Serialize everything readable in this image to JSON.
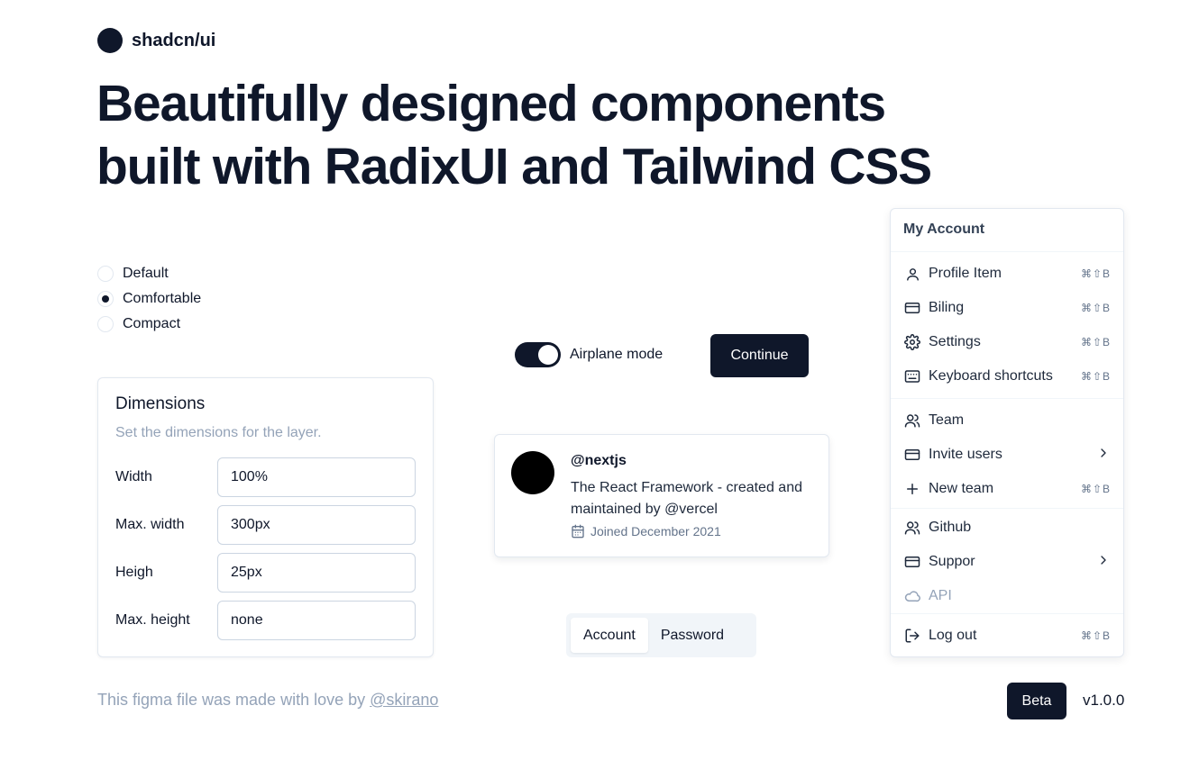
{
  "brand": {
    "name": "shadcn/ui"
  },
  "headline": {
    "line1": "Beautifully designed components",
    "line2": "built with RadixUI and Tailwind CSS"
  },
  "radio_group": {
    "options": [
      {
        "label": "Default",
        "checked": false
      },
      {
        "label": "Comfortable",
        "checked": true
      },
      {
        "label": "Compact",
        "checked": false
      }
    ]
  },
  "dimensions": {
    "title": "Dimensions",
    "description": "Set the dimensions for the layer.",
    "fields": [
      {
        "label": "Width",
        "value": "100%"
      },
      {
        "label": "Max. width",
        "value": "300px"
      },
      {
        "label": "Heigh",
        "value": "25px"
      },
      {
        "label": "Max. height",
        "value": "none"
      }
    ]
  },
  "switch": {
    "label": "Airplane mode",
    "on": true
  },
  "continue_button": {
    "label": "Continue"
  },
  "profile_card": {
    "handle": "@nextjs",
    "bio": "The React Framework - created and maintained by @vercel",
    "joined": "Joined December 2021",
    "calendar_icon": "calendar-icon"
  },
  "tabs": [
    {
      "label": "Account",
      "active": true
    },
    {
      "label": "Password",
      "active": false
    }
  ],
  "menu": {
    "label": "My Account",
    "items": [
      {
        "label": "Profile Item",
        "icon": "user-icon",
        "shortcut": "⌘⇧B"
      },
      {
        "label": "Biling",
        "icon": "credit-card-icon",
        "shortcut": "⌘⇧B"
      },
      {
        "label": "Settings",
        "icon": "gear-icon",
        "shortcut": "⌘⇧B"
      },
      {
        "label": "Keyboard shortcuts",
        "icon": "keyboard-icon",
        "shortcut": "⌘⇧B"
      },
      {
        "label": "Team",
        "icon": "users-icon",
        "shortcut": ""
      },
      {
        "label": "Invite users",
        "icon": "credit-card-icon",
        "shortcut": "",
        "submenu": true
      },
      {
        "label": "New team",
        "icon": "plus-icon",
        "shortcut": "⌘⇧B"
      },
      {
        "label": "Github",
        "icon": "users-icon",
        "shortcut": ""
      },
      {
        "label": "Suppor",
        "icon": "credit-card-icon",
        "shortcut": "",
        "submenu": true
      },
      {
        "label": "API",
        "icon": "cloud-icon",
        "shortcut": "",
        "disabled": true
      },
      {
        "label": "Log out",
        "icon": "log-out-icon",
        "shortcut": "⌘⇧B"
      }
    ]
  },
  "footer": {
    "note": "This figma file was made with love by ",
    "link": "@skirano",
    "badge": "Beta",
    "version": "v1.0.0"
  },
  "colors": {
    "primary": "#0f172a",
    "muted_text": "#94a3b8",
    "border": "#e2e8f0",
    "tabs_bg": "#f1f5f9"
  }
}
